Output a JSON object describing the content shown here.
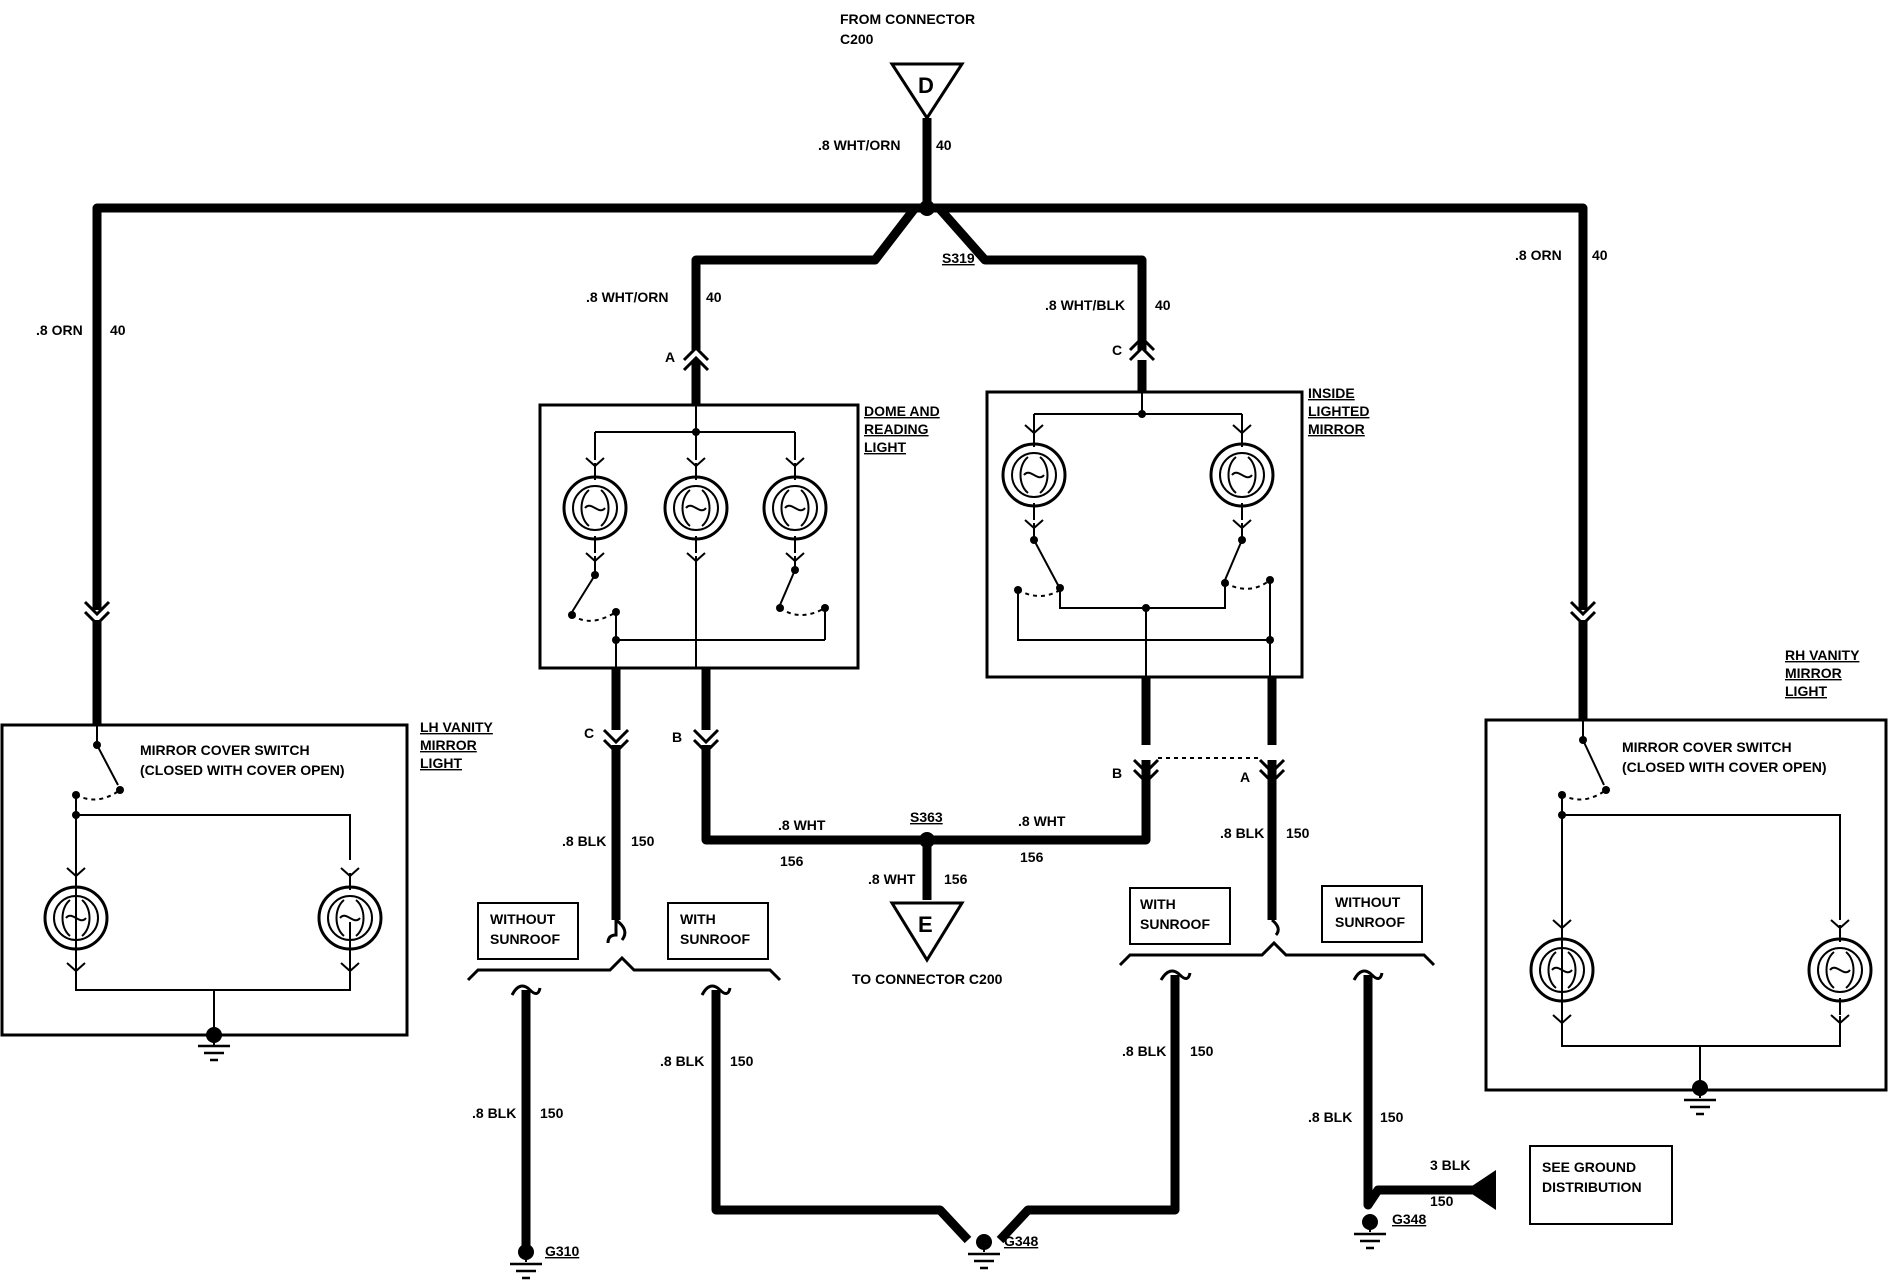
{
  "source": {
    "label_line1": "FROM CONNECTOR",
    "label_line2": "C200",
    "pin": "D"
  },
  "dest": {
    "label": "TO CONNECTOR C200",
    "pin": "E"
  },
  "splices": {
    "top": "S319",
    "middle": "S363"
  },
  "components": {
    "dome": {
      "line1": "DOME AND",
      "line2": "READING",
      "line3": "LIGHT"
    },
    "inside_mirror": {
      "line1": "INSIDE",
      "line2": "LIGHTED",
      "line3": "MIRROR"
    },
    "lh_vanity": {
      "line1": "LH VANITY",
      "line2": "MIRROR",
      "line3": "LIGHT",
      "switch_line1": "MIRROR COVER SWITCH",
      "switch_line2": "(CLOSED WITH COVER OPEN)"
    },
    "rh_vanity": {
      "line1": "RH VANITY",
      "line2": "MIRROR",
      "line3": "LIGHT",
      "switch_line1": "MIRROR COVER SWITCH",
      "switch_line2": "(CLOSED WITH COVER OPEN)"
    }
  },
  "options": {
    "without_l1": "WITHOUT",
    "without_l2": "SUNROOF",
    "with_l1": "WITH",
    "with_l2": "SUNROOF"
  },
  "wires": {
    "wht_orn": ".8 WHT/ORN",
    "wht_blk": ".8 WHT/BLK",
    "orn": ".8 ORN",
    "wht": ".8 WHT",
    "blk": ".8 BLK",
    "blk3": "3 BLK",
    "c40": "40",
    "c150": "150",
    "c156": "156"
  },
  "pins": {
    "a": "A",
    "b": "B",
    "c": "C"
  },
  "grounds": {
    "g310": "G310",
    "g348": "G348"
  },
  "ground_dist": {
    "line1": "SEE GROUND",
    "line2": "DISTRIBUTION"
  }
}
